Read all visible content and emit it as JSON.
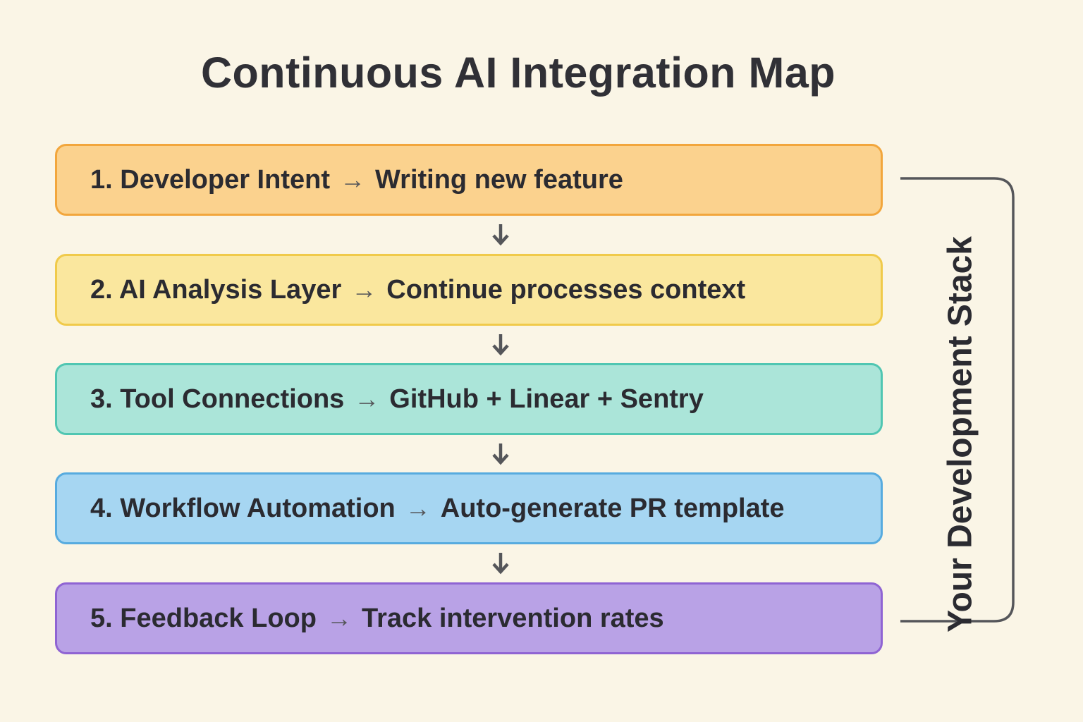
{
  "title": "Continuous AI Integration Map",
  "inline_arrow": "→",
  "steps": [
    {
      "label": "1. Developer Intent",
      "detail": "Writing new feature",
      "fill": "#FBD28E",
      "border": "#F2A63C"
    },
    {
      "label": "2. AI Analysis Layer",
      "detail": "Continue processes context",
      "fill": "#FAE79E",
      "border": "#F0CA4A"
    },
    {
      "label": "3. Tool Connections",
      "detail": "GitHub + Linear + Sentry",
      "fill": "#ABE5D9",
      "border": "#50C6B2"
    },
    {
      "label": "4. Workflow Automation",
      "detail": "Auto-generate PR template",
      "fill": "#A6D6F2",
      "border": "#57ABDF"
    },
    {
      "label": "5. Feedback Loop",
      "detail": "Track intervention rates",
      "fill": "#B9A2E6",
      "border": "#8F64D3"
    }
  ],
  "bracket": {
    "label": "Your Development Stack",
    "line_color": "#55565A"
  },
  "canvas": {
    "background": "#FAF5E6",
    "text_color": "#2B2B31",
    "connector_color": "#55565A"
  }
}
